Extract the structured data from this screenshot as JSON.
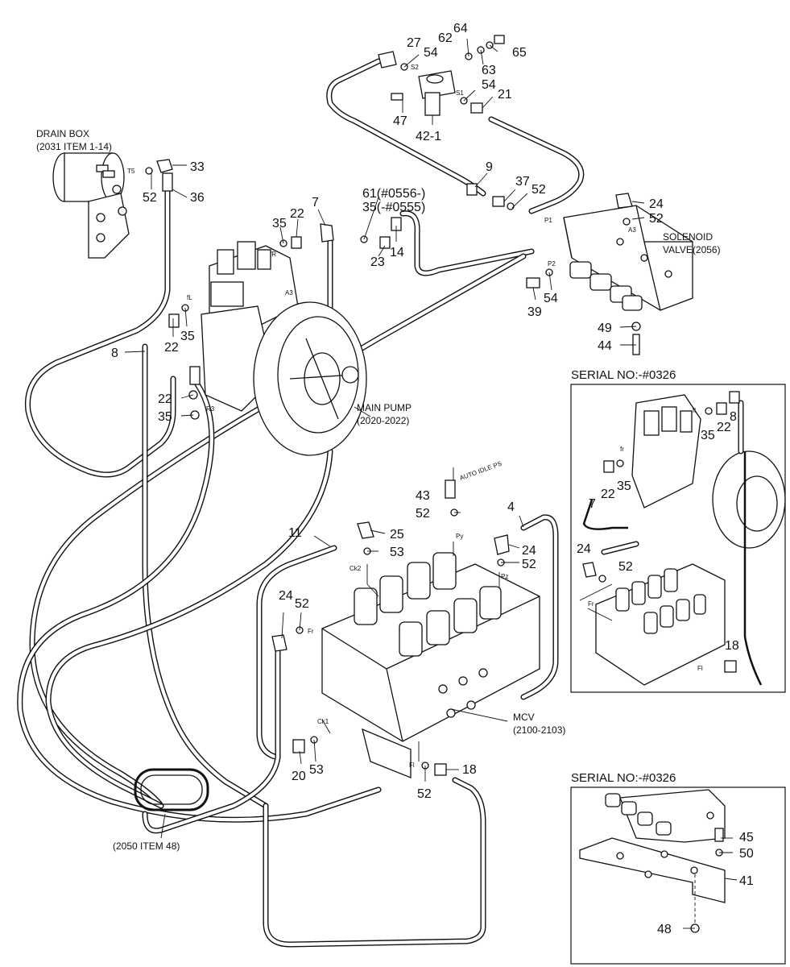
{
  "labels": {
    "drain_box_1": "DRAIN BOX",
    "drain_box_2": "(2031 ITEM 1-14)",
    "main_pump_1": "MAIN PUMP",
    "main_pump_2": "(2020-2022)",
    "solenoid_1": "SOLENOID",
    "solenoid_2": "VALVE(2056)",
    "mcv_1": "MCV",
    "mcv_2": "(2100-2103)",
    "clamp": "(2050 ITEM 48)",
    "auto_idle": "AUTO IDLE PS",
    "note_61": "61(#0556-)",
    "note_35": "35(-#0555)"
  },
  "insets": {
    "top_title": "SERIAL NO:-#0326",
    "bottom_title": "SERIAL NO:-#0326"
  },
  "ports": {
    "t5": "T5",
    "s2": "S2",
    "s1": "S1",
    "p1": "P1",
    "p2": "P2",
    "a3": "A3",
    "a3_pump": "A3",
    "fr": "fR",
    "fl": "fL",
    "r3": "R3",
    "py": "Py",
    "pz": "Pz",
    "ck2": "Ck2",
    "ck1": "Ck1",
    "fr_mcv": "Fr",
    "fl_mcv": "Fl",
    "in_fl": "fl",
    "in_fr": "fr",
    "in_fr2": "Fr",
    "in_fl2": "Fl"
  },
  "callouts": {
    "c27": "27",
    "c54a": "54",
    "c62": "62",
    "c64": "64",
    "c63": "63",
    "c65": "65",
    "c54b": "54",
    "c21": "21",
    "c47": "47",
    "c42": "42-1",
    "c33": "33",
    "c52a": "52",
    "c36": "36",
    "c9": "9",
    "c37": "37",
    "c52b": "52",
    "c24a": "24",
    "c52c": "52",
    "c7": "7",
    "c35a": "35",
    "c22a": "22",
    "c23": "23",
    "c14": "14",
    "c54c": "54",
    "c39": "39",
    "c49": "49",
    "c44": "44",
    "c8": "8",
    "c22b": "22",
    "c35b": "35",
    "c22c": "22",
    "c35c": "35",
    "c43": "43",
    "c52d": "52",
    "c4": "4",
    "c11": "11",
    "c25": "25",
    "c53a": "53",
    "c24b": "24",
    "c52e": "52",
    "c24c": "24",
    "c52f": "52",
    "c20": "20",
    "c53b": "53",
    "c18": "18",
    "c52g": "52",
    "i35": "35",
    "i22a": "22",
    "i8": "8",
    "i22b": "22",
    "i35b": "35",
    "i7": "7",
    "i24": "24",
    "i52": "52",
    "i18": "18",
    "b45": "45",
    "b50": "50",
    "b41": "41",
    "b48": "48"
  }
}
